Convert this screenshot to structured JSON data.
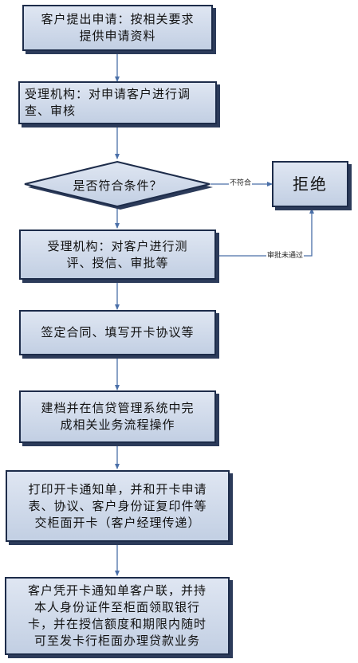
{
  "nodes": {
    "apply": "客户提出申请：按相关要求\n提供申请资料",
    "review": "受理机构：对申请客户进行调\n查、审核",
    "decision": "是否符合条件？",
    "reject": "拒绝",
    "evaluate": "受理机构：对客户进行测\n评、授信、审批等",
    "contract": "签定合同、填写开卡协议等",
    "archive": "建档并在信贷管理系统中完\n成相关业务流程操作",
    "print": "打印开卡通知单，并和开卡申请\n表、协议、客户身份证复印件等\n交柜面开卡（客户经理传递）",
    "collect": "客户凭开卡通知单客户联，并持\n本人身份证件至柜面领取银行\n卡，并在授信额度和期限内随时\n可至发卡行柜面办理贷款业务"
  },
  "edge_labels": {
    "not_qualified": "不符合",
    "not_approved": "审批未通过"
  },
  "colors": {
    "box_fill_top": "#dfe6f2",
    "box_fill_bottom": "#c2cfe3",
    "border": "#1d2c4a",
    "arrow": "#4a6fa8"
  }
}
